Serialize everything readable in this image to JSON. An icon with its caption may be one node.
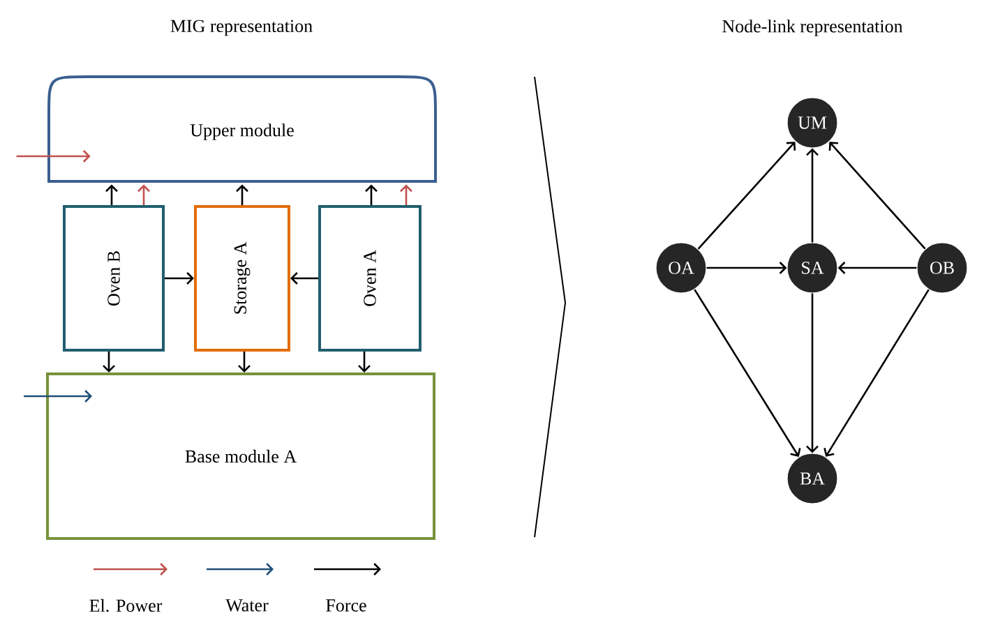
{
  "diagram": {
    "nodes": [
      {
        "text": [
          "Upper module"
        ]
      },
      {
        "text": [
          "Oven B"
        ]
      },
      {
        "text": [
          "Storage A"
        ]
      },
      {
        "text": [
          "Oven A"
        ]
      },
      {
        "text": [
          "Base module A"
        ]
      },
      {
        "text": [
          "UM"
        ]
      },
      {
        "text": [
          "OA"
        ]
      },
      {
        "text": [
          "SA"
        ]
      },
      {
        "text": [
          "OB"
        ]
      },
      {
        "text": [
          "BA"
        ]
      }
    ],
    "edges": [
      {
        "from": null,
        "to": 0,
        "arrow": "to",
        "color": "#c0504d"
      },
      {
        "from": 1,
        "to": 0,
        "arrow": "to"
      },
      {
        "from": 1,
        "to": 0,
        "arrow": "to",
        "color": "#c0504d"
      },
      {
        "from": 2,
        "to": 0,
        "arrow": "to"
      },
      {
        "from": 3,
        "to": 0,
        "arrow": "to"
      },
      {
        "from": 3,
        "to": 0,
        "arrow": "to",
        "color": "#c0504d"
      },
      {
        "from": 1,
        "to": 2,
        "arrow": "to"
      },
      {
        "from": 3,
        "to": 2,
        "arrow": "to"
      },
      {
        "from": 1,
        "to": 4,
        "arrow": "to"
      },
      {
        "from": 2,
        "to": 4,
        "arrow": "to"
      },
      {
        "from": 3,
        "to": 4,
        "arrow": "to"
      },
      {
        "from": null,
        "to": 4,
        "arrow": "to",
        "color": "#1f4e79"
      },
      {
        "from": 6,
        "to": 5,
        "arrow": "to"
      },
      {
        "from": 7,
        "to": 5,
        "arrow": "to"
      },
      {
        "from": 8,
        "to": 5,
        "arrow": "to"
      },
      {
        "from": 6,
        "to": 7,
        "arrow": "to"
      },
      {
        "from": 8,
        "to": 7,
        "arrow": "to"
      },
      {
        "from": 6,
        "to": 9,
        "arrow": "to"
      },
      {
        "from": 7,
        "to": 9,
        "arrow": "to"
      },
      {
        "from": 8,
        "to": 9,
        "arrow": "to"
      }
    ],
    "labels": [
      "MIG representation",
      "Node-link representation"
    ],
    "legend": [
      {
        "text": "El. Power"
      },
      {
        "text": "Water"
      },
      {
        "text": "Force"
      }
    ]
  }
}
